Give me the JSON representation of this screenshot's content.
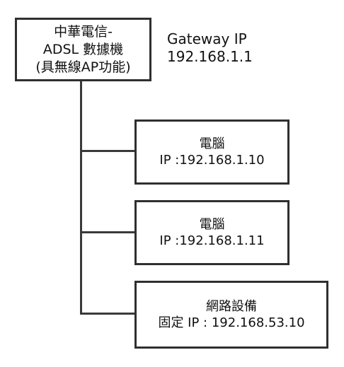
{
  "modem": {
    "line1": "中華電信-",
    "line2": "ADSL 數據機",
    "line3": "(具無線AP功能)"
  },
  "gateway": {
    "label": "Gateway IP",
    "ip": "192.168.1.1"
  },
  "devices": [
    {
      "name": "電腦",
      "ip_text": "IP :192.168.1.10"
    },
    {
      "name": "電腦",
      "ip_text": "IP :192.168.1.11"
    },
    {
      "name": "網路設備",
      "ip_text": "固定 IP : 192.168.53.10"
    }
  ]
}
